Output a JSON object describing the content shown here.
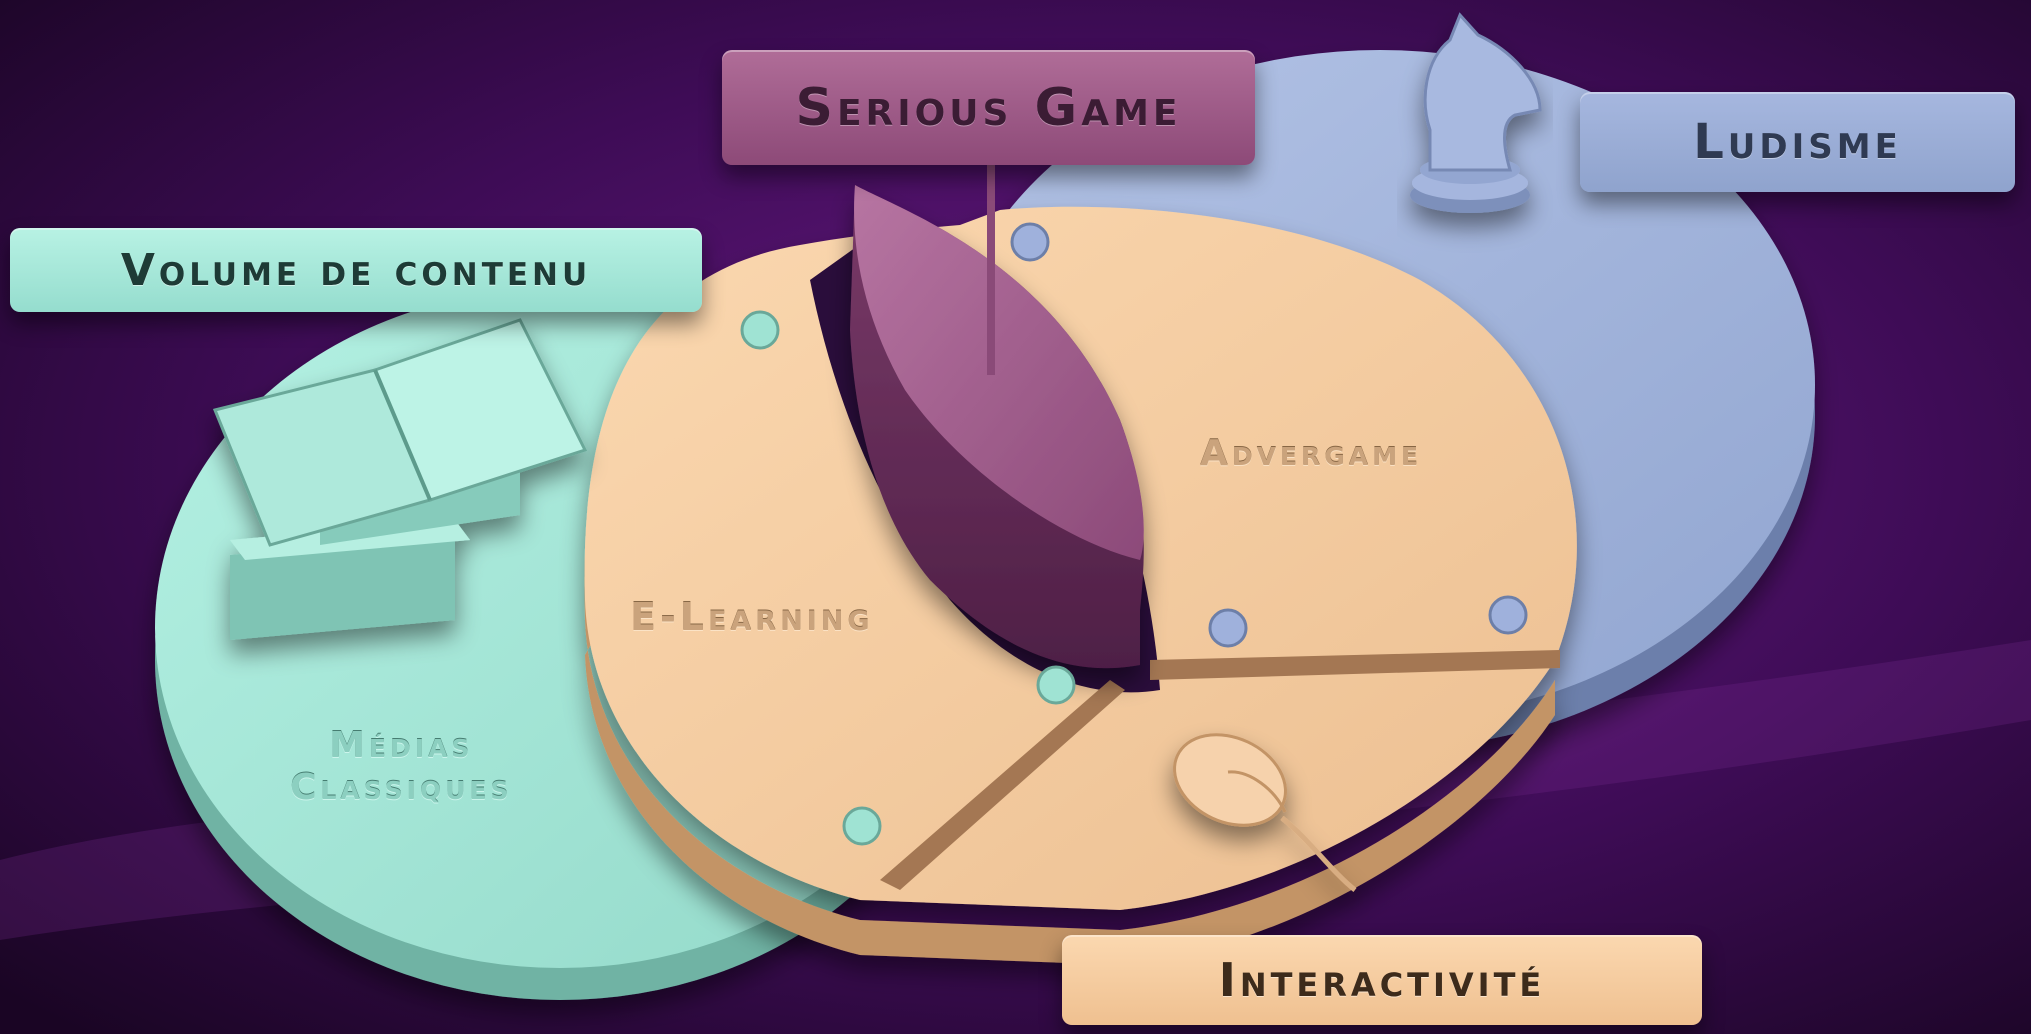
{
  "labels": {
    "serious_game": "Serious Game",
    "ludisme": "Ludisme",
    "volume": "Volume de contenu",
    "interactivite": "Interactivité"
  },
  "regions": {
    "elearning": "E-Learning",
    "advergame": "Advergame",
    "medias_line1": "Médias",
    "medias_line2": "Classiques"
  },
  "icons": {
    "books": "books-icon",
    "chess_knight": "chess-knight-icon",
    "mouse": "computer-mouse-icon"
  },
  "colors": {
    "background": "#3a0e4f",
    "teal": "#9fe3d3",
    "blue": "#9fb1dc",
    "peach": "#f3c89b",
    "purple": "#9c5a88"
  }
}
